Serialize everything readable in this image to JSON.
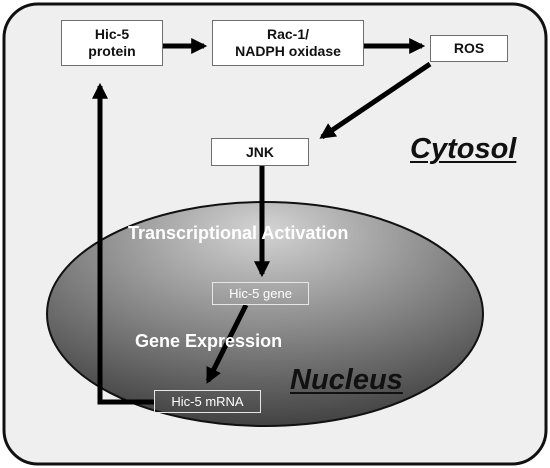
{
  "diagram": {
    "regions": {
      "cytosol": "Cytosol",
      "nucleus": "Nucleus"
    },
    "nodes": {
      "hic5_protein": {
        "line1": "Hic-5",
        "line2": "protein"
      },
      "rac1": {
        "line1": "Rac-1/",
        "line2": "NADPH oxidase"
      },
      "ros": "ROS",
      "jnk": "JNK",
      "hic5_gene": "Hic-5 gene",
      "hic5_mrna": "Hic-5 mRNA"
    },
    "process_labels": {
      "transcriptional_activation": "Transcriptional Activation",
      "gene_expression": "Gene Expression"
    },
    "edges": [
      {
        "from": "Hic-5 protein",
        "to": "Rac-1/NADPH oxidase"
      },
      {
        "from": "Rac-1/NADPH oxidase",
        "to": "ROS"
      },
      {
        "from": "ROS",
        "to": "JNK"
      },
      {
        "from": "JNK",
        "to": "Hic-5 gene"
      },
      {
        "from": "Hic-5 gene",
        "to": "Hic-5 mRNA"
      },
      {
        "from": "Hic-5 mRNA",
        "to": "Hic-5 protein"
      }
    ],
    "colors": {
      "cytosol_fill": "#efefef",
      "outline": "#111111",
      "nucleus_light": "#d4d4d4",
      "nucleus_dark": "#3a3a3a",
      "arrow": "#000000"
    }
  }
}
